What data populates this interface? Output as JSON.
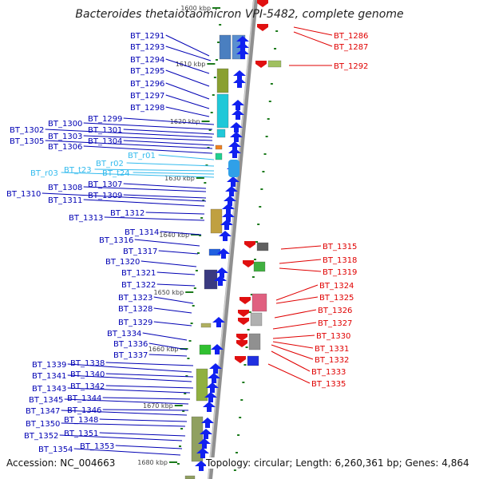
{
  "header": {
    "title": "Bacteroides thetaiotaomicron VPI-5482, complete genome"
  },
  "footer": {
    "accession": "Accession: NC_004663",
    "summary": "Topology: circular; Length: 6,260,361 bp; Genes: 4,864"
  },
  "colors": {
    "left_label": "#0000b4",
    "rna_label": "#33bbee",
    "right_label": "#e00000",
    "backbone": "#909090",
    "tick": "#1b7a1b"
  },
  "kbp_ticks": [
    "1600 kbp",
    "1610 kbp",
    "1620 kbp",
    "1630 kbp",
    "1640 kbp",
    "1650 kbp",
    "1660 kbp",
    "1670 kbp",
    "1680 kbp"
  ],
  "left_labels": [
    "BT_1291",
    "BT_1293",
    "BT_1294",
    "BT_1295",
    "BT_1296",
    "BT_1297",
    "BT_1298",
    "BT_1299",
    "BT_1300",
    "BT_1301",
    "BT_1302",
    "BT_1303",
    "BT_1304",
    "BT_1305",
    "BT_1306",
    "BT_r01",
    "BT_r02",
    "BT_t23",
    "BT_t24",
    "BT_r03",
    "BT_1307",
    "BT_1308",
    "BT_1309",
    "BT_1310",
    "BT_1311",
    "BT_1312",
    "BT_1313",
    "BT_1314",
    "BT_1316",
    "BT_1317",
    "BT_1320",
    "BT_1321",
    "BT_1322",
    "BT_1323",
    "BT_1328",
    "BT_1329",
    "BT_1334",
    "BT_1336",
    "BT_1337",
    "BT_1338",
    "BT_1339",
    "BT_1340",
    "BT_1341",
    "BT_1342",
    "BT_1343",
    "BT_1344",
    "BT_1345",
    "BT_1346",
    "BT_1347",
    "BT_1348",
    "BT_1350",
    "BT_1351",
    "BT_1352",
    "BT_1353",
    "BT_1354"
  ],
  "right_labels": [
    "BT_1286",
    "BT_1287",
    "BT_1292",
    "BT_1315",
    "BT_1318",
    "BT_1319",
    "BT_1324",
    "BT_1325",
    "BT_1326",
    "BT_1327",
    "BT_1330",
    "BT_1331",
    "BT_1332",
    "BT_1333",
    "BT_1335"
  ]
}
